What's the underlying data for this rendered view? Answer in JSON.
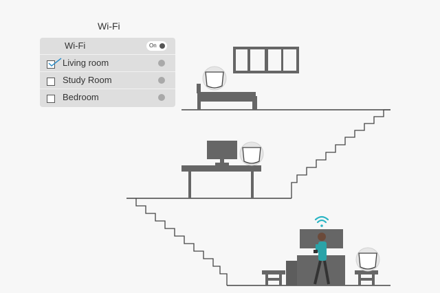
{
  "window": {
    "title": "Wi-Fi"
  },
  "panel": {
    "header": {
      "label": "Wi-Fi",
      "toggle_label": "On"
    },
    "rooms": [
      {
        "label": "Living room",
        "checked": true
      },
      {
        "label": "Study Room",
        "checked": false
      },
      {
        "label": "Bedroom",
        "checked": false
      }
    ]
  },
  "colors": {
    "accent": "#2bb5c4",
    "furniture": "#666666",
    "panel_bg": "#dedede"
  }
}
